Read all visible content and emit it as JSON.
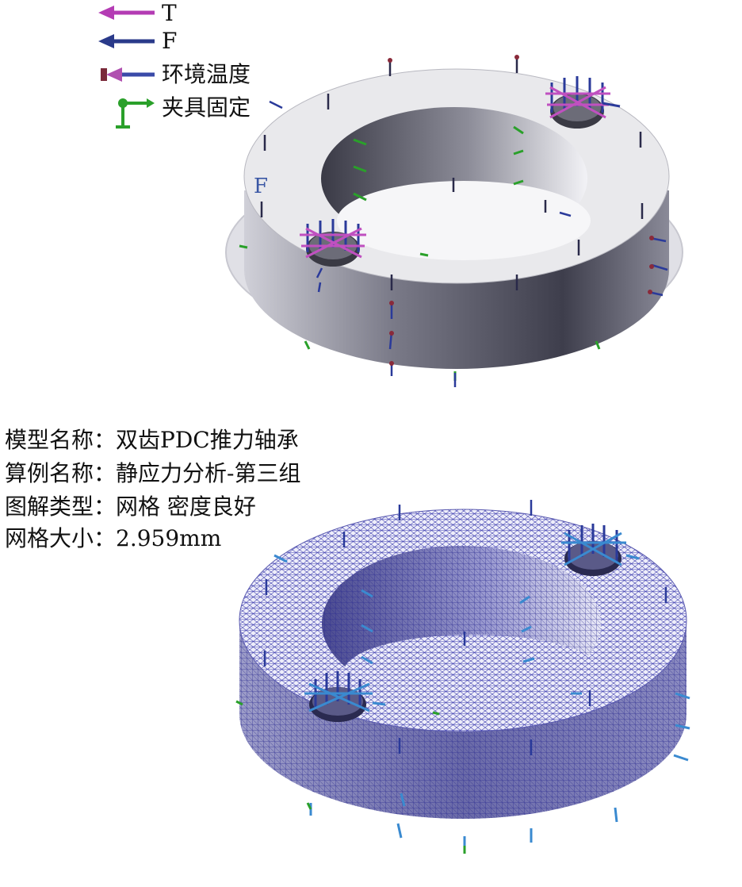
{
  "legend": {
    "items": [
      {
        "label": "T",
        "icon": "purple-arrow-icon",
        "color": "#b43cb4"
      },
      {
        "label": "F",
        "icon": "navy-arrow-icon",
        "color": "#2a3a8a"
      },
      {
        "label": "环境温度",
        "icon": "temperature-arrow-icon",
        "color": "#7a2a7a"
      },
      {
        "label": "夹具固定",
        "icon": "fixture-icon",
        "color": "#2aa02a"
      }
    ]
  },
  "top_model": {
    "force_label": "F"
  },
  "info": {
    "model_name": "模型名称：双齿PDC推力轴承",
    "study_name": "算例名称：静应力分析-第三组",
    "plot_type": "图解类型：网格 密度良好",
    "mesh_size": "网格大小：2.959mm"
  },
  "colors": {
    "ring_top": "#e9e9ec",
    "ring_side_dark": "#4a4a58",
    "ring_side_light": "#c8c8d0",
    "mesh_line": "#3a3aa8",
    "mesh_fill": "#eeeefa",
    "arrow_blue": "#2a3a9a",
    "arrow_light_blue": "#3a8ad0",
    "arrow_purple": "#c050c0",
    "fixture_green": "#2aa02a"
  }
}
